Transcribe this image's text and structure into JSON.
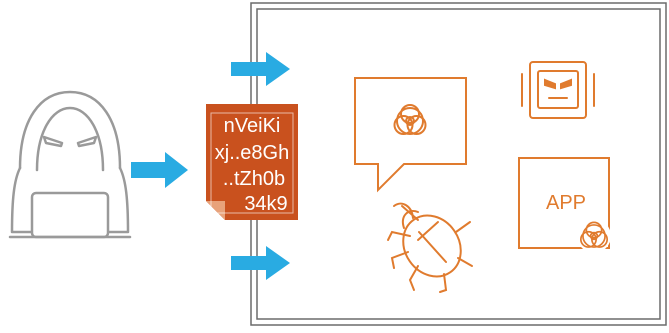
{
  "colors": {
    "outline_gray": "#9a9a9a",
    "arrow_blue": "#29abe2",
    "threat_orange": "#e07b2e",
    "payload_fill": "#c9511e",
    "payload_text": "#ffffff",
    "frame_border": "#6b6b6b",
    "background": "#ffffff"
  },
  "payload": {
    "lines": [
      "nVeiKi",
      "xj..e8Gh",
      "..tZh0b",
      "34k9"
    ]
  },
  "threats": {
    "app_label": "APP"
  },
  "icons": {
    "attacker": "hooded-hacker-icon",
    "payload": "obfuscated-code-file-icon",
    "biohazard_bubble": "biohazard-speech-bubble-icon",
    "robot": "robot-head-icon",
    "bug": "bug-icon",
    "app": "infected-app-icon"
  }
}
